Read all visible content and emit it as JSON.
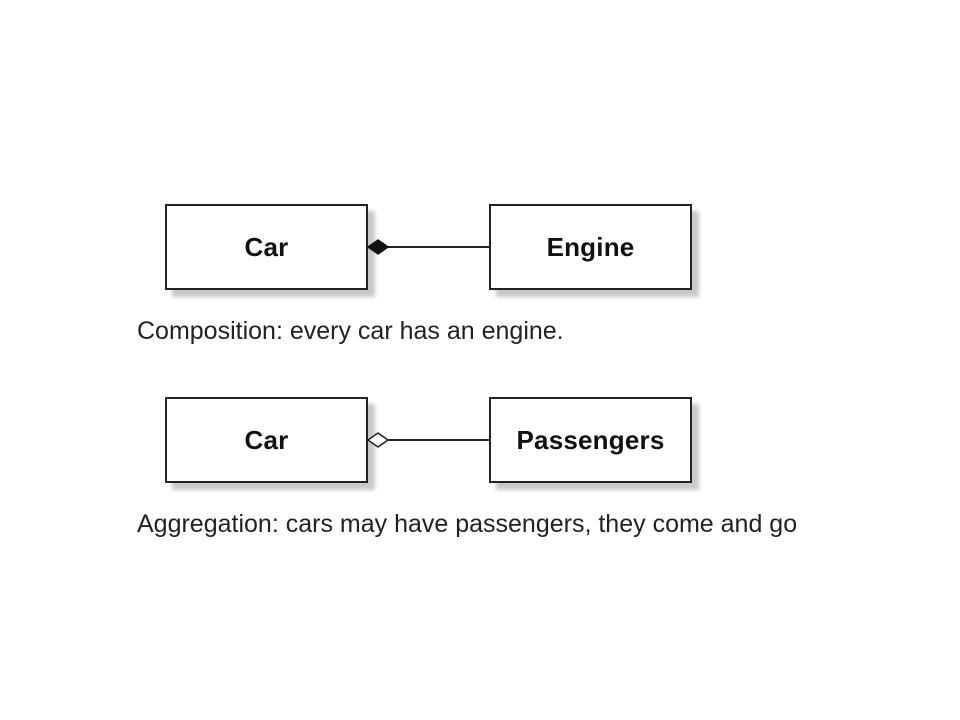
{
  "diagrams": [
    {
      "relationship": "composition",
      "whole": "Car",
      "part": "Engine",
      "caption": "Composition: every car has an engine."
    },
    {
      "relationship": "aggregation",
      "whole": "Car",
      "part": "Passengers",
      "caption": "Aggregation: cars may have passengers, they come and go"
    }
  ],
  "colors": {
    "stroke": "#222222",
    "diamond_filled": "#111111",
    "diamond_hollow": "#ffffff",
    "background": "#ffffff"
  }
}
